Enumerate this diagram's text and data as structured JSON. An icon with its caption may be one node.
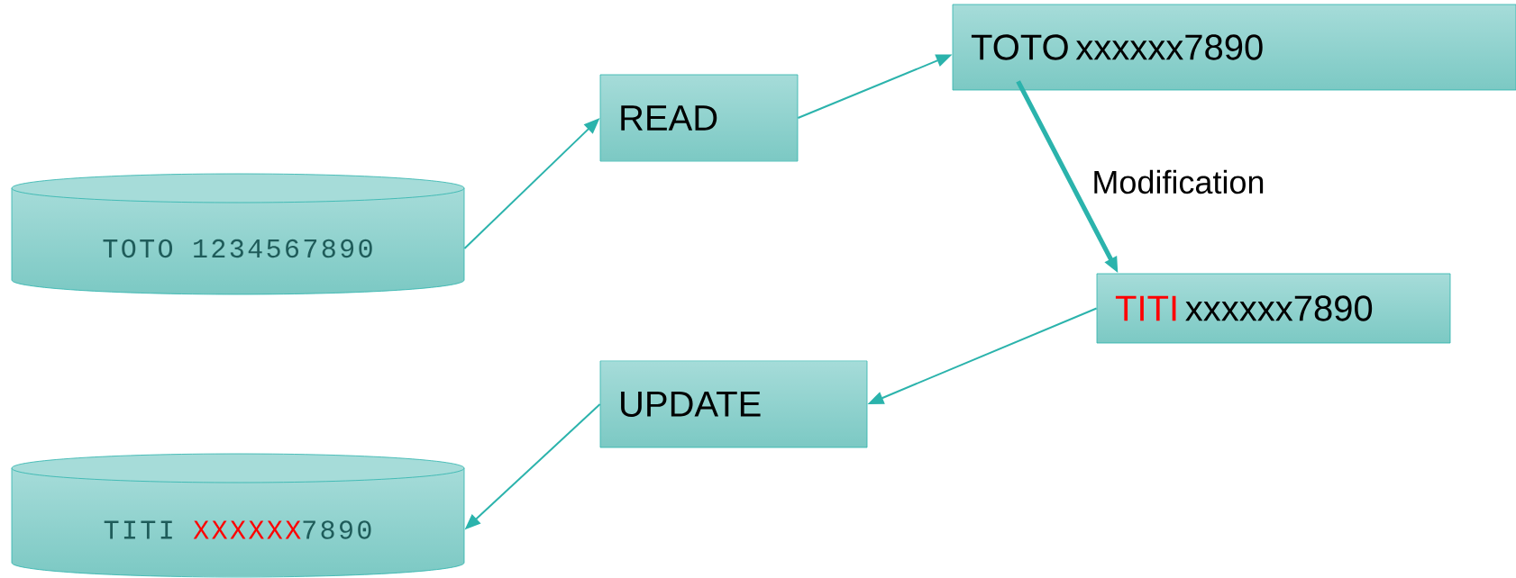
{
  "diagram": {
    "nodes": [
      {
        "text": [
          "TOTO 1234567890"
        ]
      },
      {
        "text": [
          "READ"
        ]
      },
      {
        "text": [
          "TOTO xxxxxx7890"
        ]
      },
      {
        "text": [
          "TITI",
          "xxxxxx7890"
        ]
      },
      {
        "text": [
          "UPDATE"
        ]
      },
      {
        "text": [
          "TITI",
          "XXXXXX",
          "7890"
        ]
      }
    ],
    "edges": [
      {
        "from": 0,
        "to": 1,
        "arrow": "to"
      },
      {
        "from": 1,
        "to": 2,
        "arrow": "to"
      },
      {
        "from": 2,
        "to": 3,
        "arrow": "to",
        "label": "Modification",
        "style": "thick"
      },
      {
        "from": 3,
        "to": 4,
        "arrow": "to"
      },
      {
        "from": 4,
        "to": 5,
        "arrow": "to"
      }
    ]
  }
}
